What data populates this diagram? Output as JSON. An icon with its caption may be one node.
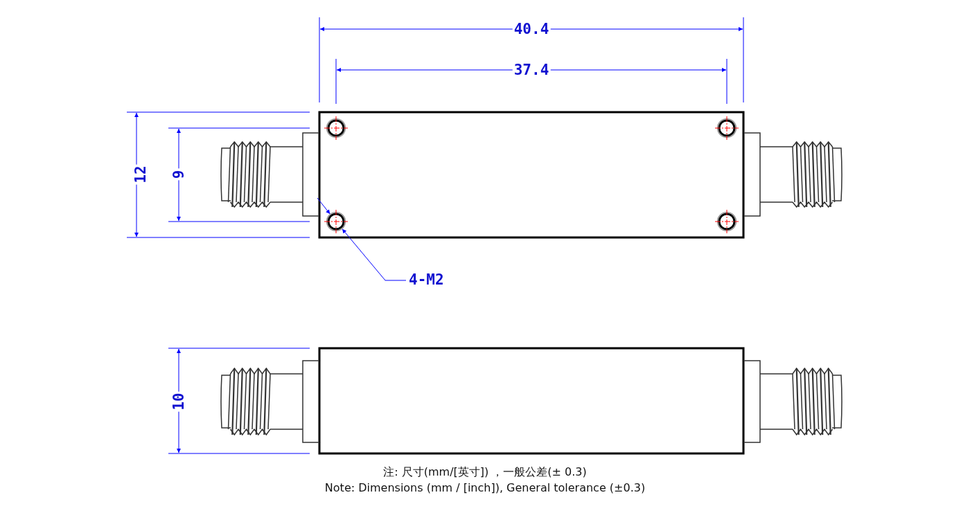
{
  "diagram": {
    "nodes": [
      {
        "text": [
          "4-M2"
        ]
      },
      {
        "text": [],
        "shape": "circle"
      },
      {
        "text": [],
        "shape": "circle"
      },
      {
        "text": [],
        "shape": "circle"
      },
      {
        "text": [],
        "shape": "circle"
      }
    ],
    "edges": [
      {
        "from": 0,
        "to": 3,
        "arrow": "to",
        "color": "#0000ff"
      },
      {
        "from": null,
        "to": 3,
        "arrow": "to",
        "color": "#0000ff"
      }
    ],
    "labels": [
      "40.4",
      "37.4",
      "12",
      "9",
      "10",
      "注: 尺寸(mm/[英寸]) ，一般公差(± 0.3)",
      "Note: Dimensions (mm / [inch]), General tolerance (±0.3)"
    ]
  }
}
